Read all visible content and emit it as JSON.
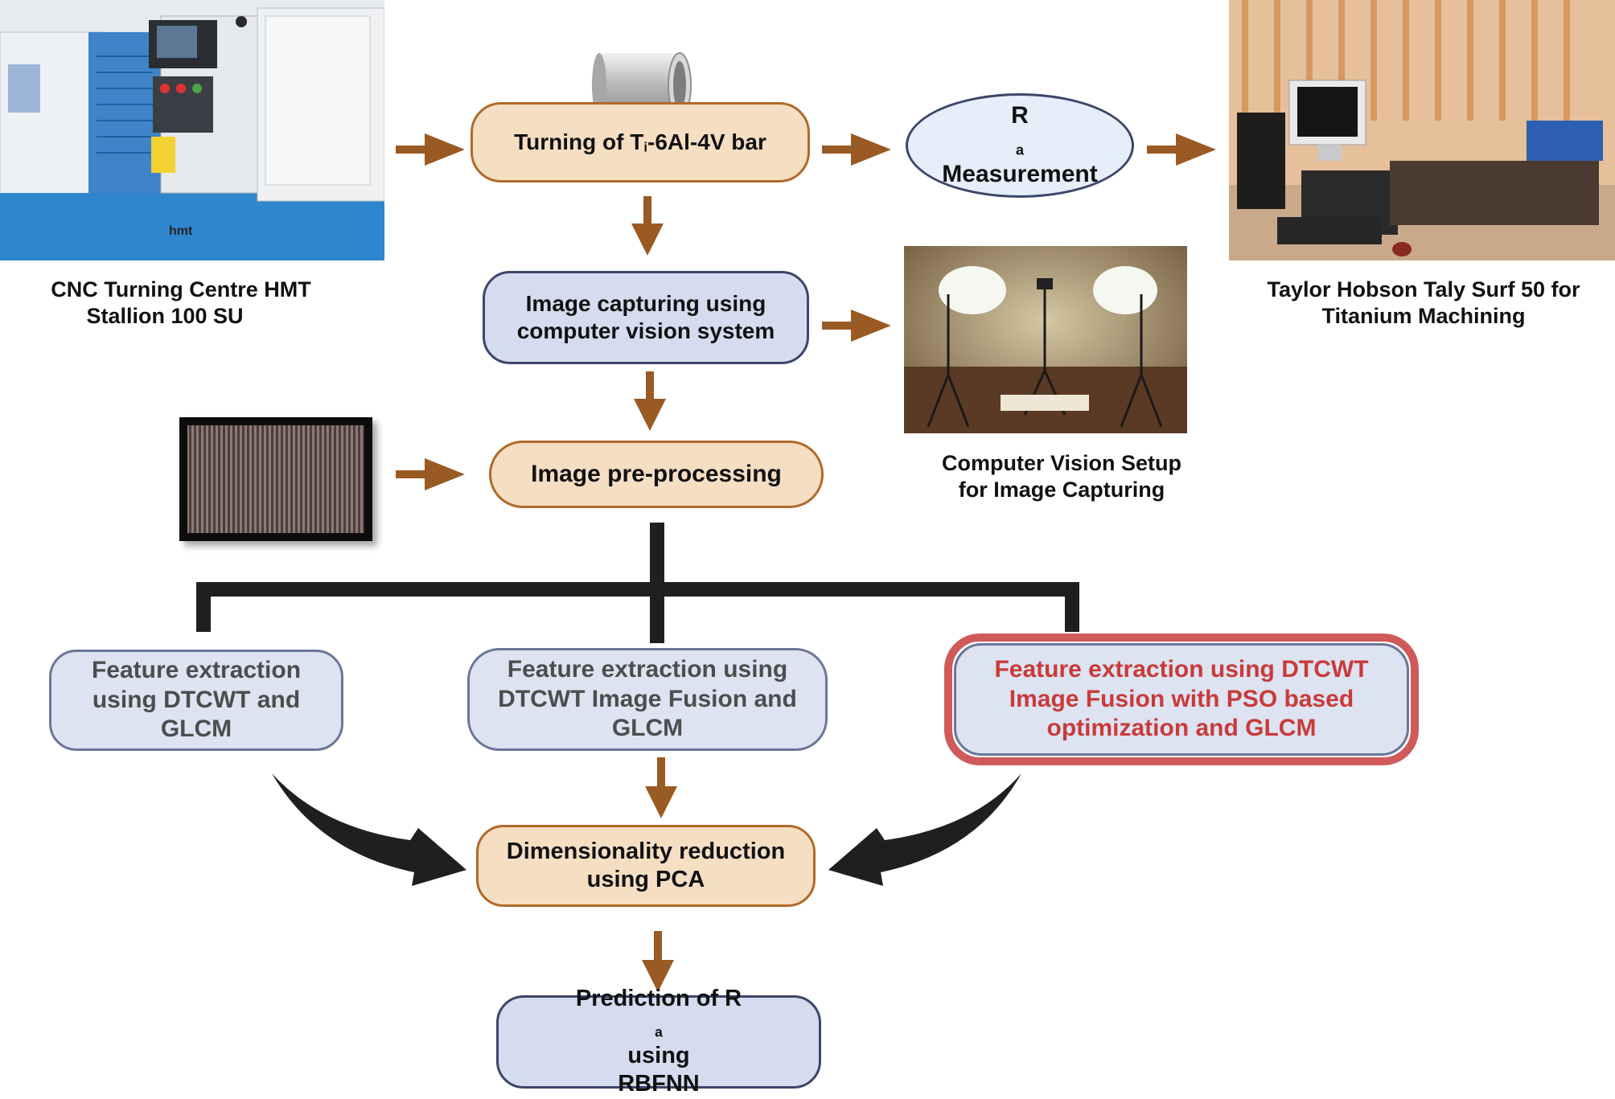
{
  "diagram": {
    "photos": {
      "cnc": {
        "icon": "cnc-lathe-photo",
        "caption": [
          "CNC Turning Centre HMT",
          "Stallion 100 SU"
        ]
      },
      "taly": {
        "icon": "surface-profilometer-photo",
        "caption": [
          "Taylor Hobson Taly Surf 50 for",
          "Titanium Machining"
        ]
      },
      "vision": {
        "icon": "lighting-setup-photo",
        "caption": [
          "Computer Vision Setup",
          "for Image Capturing"
        ]
      },
      "surface": {
        "icon": "machined-surface-image"
      },
      "workpiece": {
        "icon": "titanium-bar-icon"
      }
    },
    "nodes": {
      "turning": {
        "pre": "Turning of T",
        "sub": "i",
        "post": "-6Al-4V bar"
      },
      "ra_measurement": {
        "sym": "R",
        "sub": "a",
        "line2": "Measurement"
      },
      "image_capturing": {
        "lines": [
          "Image capturing using",
          "computer vision system"
        ]
      },
      "preprocessing": {
        "text": "Image pre-processing"
      },
      "feature1": {
        "lines": [
          "Feature extraction",
          "using DTCWT and",
          "GLCM"
        ]
      },
      "feature2": {
        "lines": [
          "Feature extraction using",
          "DTCWT Image Fusion and",
          "GLCM"
        ]
      },
      "feature3": {
        "lines": [
          "Feature extraction using DTCWT",
          "Image Fusion with PSO based",
          "optimization and GLCM"
        ]
      },
      "pca": {
        "lines": [
          "Dimensionality reduction",
          "using PCA"
        ]
      },
      "prediction": {
        "pre": "Prediction of R",
        "sub": "a",
        "post": " using",
        "line2": "RBFNN"
      }
    },
    "colors": {
      "process_fill": "#f6dec3",
      "process_border": "#b06a2a",
      "system_fill": "#d5dcef",
      "system_border": "#3c466a",
      "highlight_border": "#d05a5a",
      "highlight_text": "#c93a3a",
      "arrow": "#9a5a23",
      "connector": "#1f1f1f"
    }
  }
}
